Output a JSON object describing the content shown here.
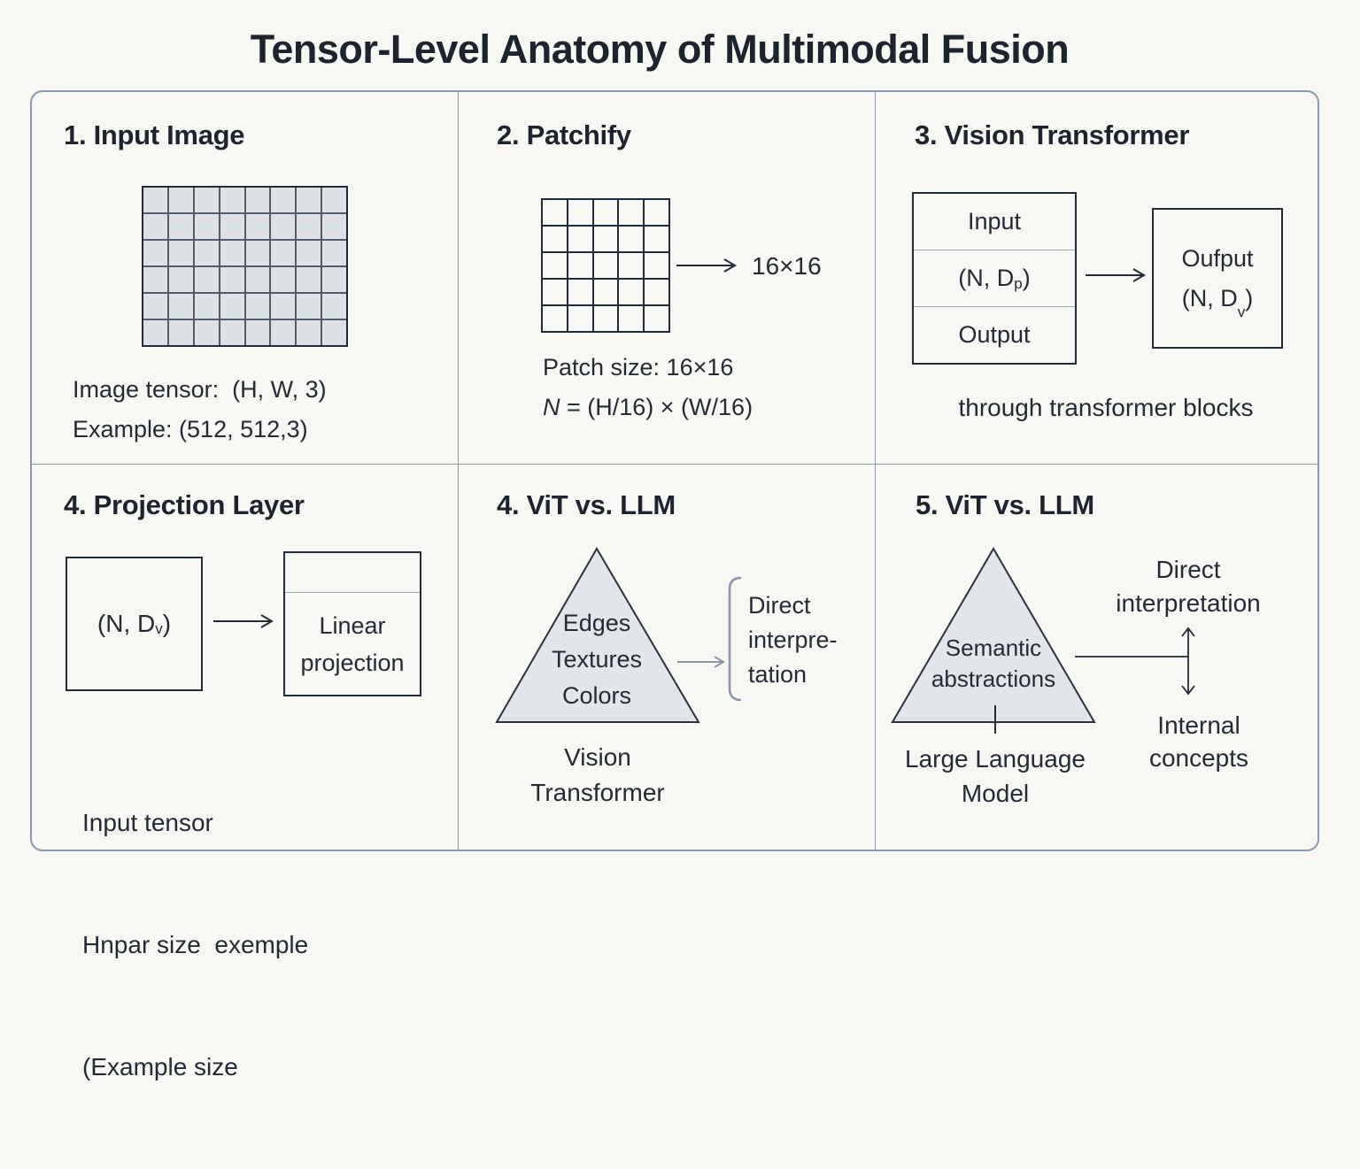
{
  "title": "Tensor-Level Anatomy of Multimodal Fusion",
  "colors": {
    "background": "#f7f7f4",
    "panel_border": "#8b99ac",
    "ink": "#1e242d",
    "cell_fill": "#dde1e6",
    "triangle_fill": "#e2e5e9",
    "gray_arrow": "#8a96a8"
  },
  "panels": {
    "input_image": {
      "heading": "1. Input Image",
      "grid": {
        "cols": 8,
        "rows": 6
      },
      "line1": "Image tensor:  (H, W, 3)",
      "line2": "Example: (512, 512,3)"
    },
    "patchify": {
      "heading": "2. Patchify",
      "grid": {
        "cols": 5,
        "rows": 5
      },
      "arrow_label": "16×16",
      "line1": "Patch size: 16×16",
      "formula_var": "N",
      "formula_rest": " = (H/16) × (W/16)"
    },
    "vision_transformer": {
      "heading": "3. Vision Transformer",
      "stack": {
        "row1": "Input",
        "row2_pre": "(N, D",
        "row2_sub": "p",
        "row2_post": ")",
        "row3": "Output"
      },
      "out_box": {
        "line1": "Oufput",
        "pre": "(N, D",
        "sub": "v",
        "post": ")"
      },
      "caption": "through transformer blocks"
    },
    "projection": {
      "heading": "4. Projection Layer",
      "in_box": {
        "pre": "(N, D",
        "sub": "v",
        "post": ")"
      },
      "out_box_line1": "Linear",
      "out_box_line2": "projection",
      "note1": "Input tensor",
      "note2": "Hnpar size  exemple",
      "note3": "(Example size"
    },
    "vit_vs_llm_1": {
      "heading": "4. ViT vs. LLM",
      "triangle_lines": [
        "Edges",
        "Textures",
        "Colors"
      ],
      "bracket_lines": [
        "Direct",
        "interpre-",
        "tation"
      ],
      "caption_lines": [
        "Vision",
        "Transformer"
      ]
    },
    "vit_vs_llm_2": {
      "heading": "5. ViT vs. LLM",
      "triangle_lines": [
        "Semantic",
        "abstractions"
      ],
      "caption_lines": [
        "Large Language",
        "Model"
      ],
      "top_label_lines": [
        "Direct",
        "interpretation"
      ],
      "bottom_label_lines": [
        "Internal",
        "concepts"
      ]
    }
  }
}
